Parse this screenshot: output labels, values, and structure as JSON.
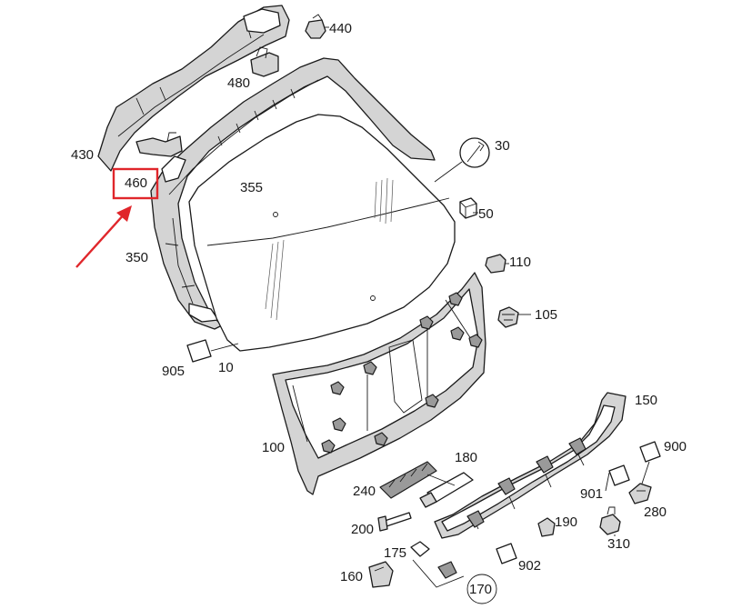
{
  "callouts": {
    "c440": "440",
    "c480": "480",
    "c430": "430",
    "c460": "460",
    "c355": "355",
    "c30": "30",
    "c50": "50",
    "c350": "350",
    "c110": "110",
    "c105": "105",
    "c905": "905",
    "c10": "10",
    "c100": "100",
    "c150": "150",
    "c900": "900",
    "c180": "180",
    "c240": "240",
    "c901": "901",
    "c280": "280",
    "c200": "200",
    "c190": "190",
    "c310": "310",
    "c175": "175",
    "c902": "902",
    "c160": "160",
    "c170": "170"
  },
  "highlight": {
    "callout": "460",
    "box_color": "#e0262b",
    "arrow_color": "#e0262b"
  }
}
